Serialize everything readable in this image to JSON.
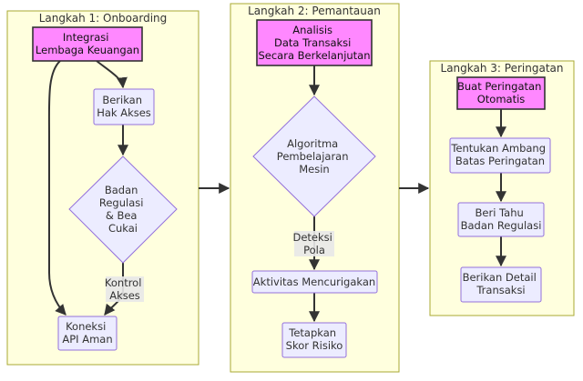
{
  "clusters": {
    "onboarding": "Langkah 1: Onboarding",
    "monitoring": "Langkah 2: Pemantauan",
    "alerting": "Langkah 3: Peringatan"
  },
  "nodes": {
    "integrasi": [
      "Integrasi",
      "Lembaga Keuangan"
    ],
    "hak_akses": [
      "Berikan",
      "Hak Akses"
    ],
    "badan_regulasi": [
      "Badan",
      "Regulasi",
      "& Bea",
      "Cukai"
    ],
    "koneksi_api": [
      "Koneksi",
      "API Aman"
    ],
    "analisis": [
      "Analisis",
      "Data Transaksi",
      "Secara Berkelanjutan"
    ],
    "algoritma": [
      "Algoritma",
      "Pembelajaran",
      "Mesin"
    ],
    "aktivitas": [
      "Aktivitas Mencurigakan"
    ],
    "skor_risiko": [
      "Tetapkan",
      "Skor Risiko"
    ],
    "buat_peringatan": [
      "Buat Peringatan",
      "Otomatis"
    ],
    "ambang": [
      "Tentukan Ambang",
      "Batas Peringatan"
    ],
    "beri_tahu": [
      "Beri Tahu",
      "Badan Regulasi"
    ],
    "detail": [
      "Berikan Detail",
      "Transaksi"
    ]
  },
  "edge_labels": {
    "kontrol_akses": [
      "Kontrol",
      "Akses"
    ],
    "deteksi_pola": [
      "Deteksi",
      "Pola"
    ]
  }
}
